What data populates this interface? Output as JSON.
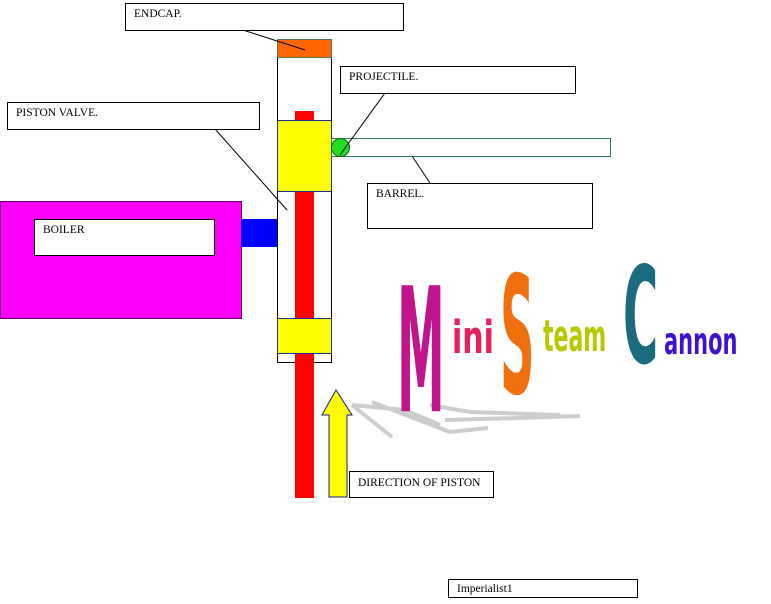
{
  "labels": {
    "endcap": "ENDCAP.",
    "projectile": "PROJECTILE.",
    "piston_valve": "PISTON VALVE.",
    "barrel": "BARREL.",
    "boiler": "BOILER",
    "direction": "DIRECTION OF PISTON",
    "author": "Imperialist1"
  },
  "title_art": {
    "words": [
      {
        "initial": "M",
        "rest": "ini"
      },
      {
        "initial": "S",
        "rest": "team"
      },
      {
        "initial": "C",
        "rest": "annon"
      }
    ]
  },
  "colors": {
    "boiler": "#ff00ff",
    "pipe": "#0000ff",
    "endcap": "#ff6600",
    "piston": "#ffff00",
    "rod": "#ff0000",
    "projectile": "#22dd22",
    "barrel_outline": "#2e7d5b"
  }
}
